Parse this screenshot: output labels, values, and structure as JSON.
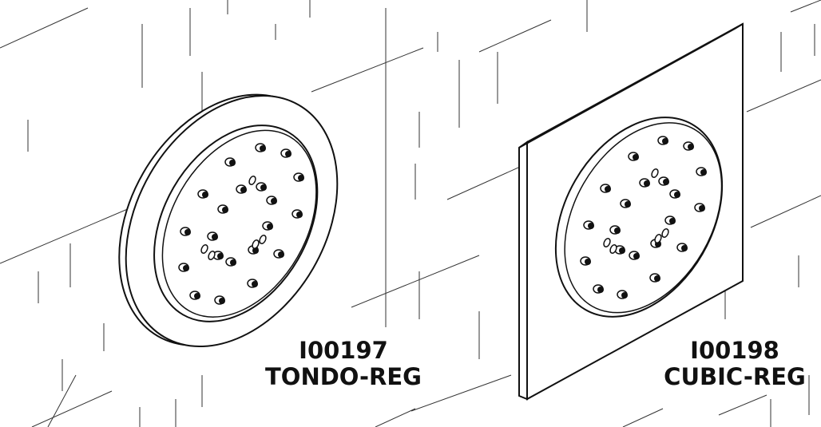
{
  "products": [
    {
      "code": "I00197",
      "name": "TONDO-REG",
      "shape": "round-plate-icon"
    },
    {
      "code": "I00198",
      "name": "CUBIC-REG",
      "shape": "square-plate-icon"
    }
  ],
  "colors": {
    "line": "#111111",
    "background": "#ffffff"
  }
}
